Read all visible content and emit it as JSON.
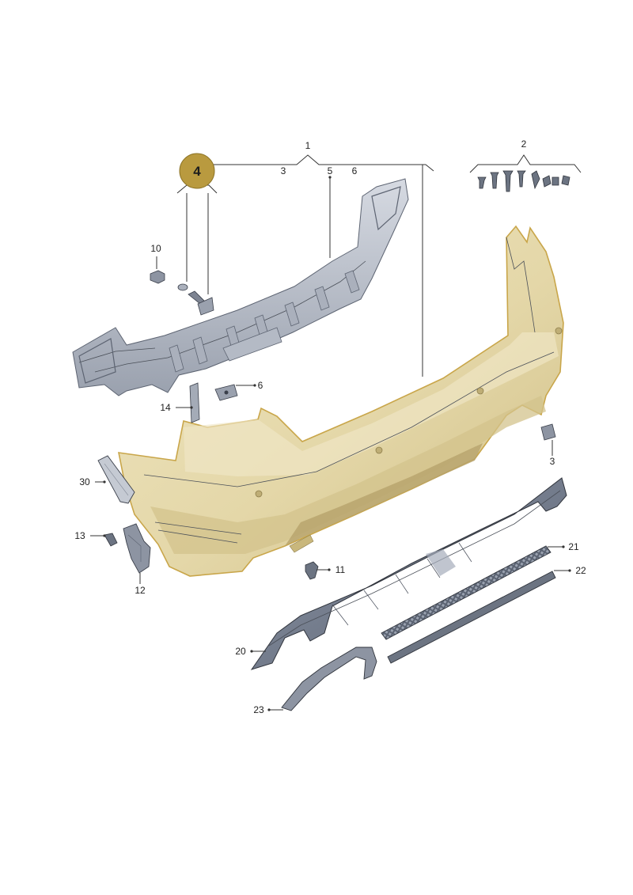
{
  "colors": {
    "bumper": "#e8ddb2",
    "bumper_shade": "#d6c792",
    "bumper_dark": "#c9b77c",
    "bumper_outline": "#c9a64a",
    "bracket": "#c4c9d3",
    "bracket_dark": "#8d94a2",
    "diffuser": "#6f7888",
    "badge": "#b99a3f",
    "badge_text": "#1d1d1d"
  },
  "badge": {
    "label": "4"
  },
  "callouts": [
    {
      "id": "c1",
      "label": "1"
    },
    {
      "id": "c2",
      "label": "2"
    },
    {
      "id": "c3a",
      "label": "3"
    },
    {
      "id": "c5",
      "label": "5"
    },
    {
      "id": "c6a",
      "label": "6"
    },
    {
      "id": "c10",
      "label": "10"
    },
    {
      "id": "c6b",
      "label": "6"
    },
    {
      "id": "c14",
      "label": "14"
    },
    {
      "id": "c3b",
      "label": "3"
    },
    {
      "id": "c30",
      "label": "30"
    },
    {
      "id": "c13",
      "label": "13"
    },
    {
      "id": "c12",
      "label": "12"
    },
    {
      "id": "c11",
      "label": "11"
    },
    {
      "id": "c21",
      "label": "21"
    },
    {
      "id": "c22",
      "label": "22"
    },
    {
      "id": "c20",
      "label": "20"
    },
    {
      "id": "c23",
      "label": "23"
    }
  ],
  "parts": [
    {
      "name": "rear-bumper-cover-part"
    },
    {
      "name": "bumper-carrier-bracket-part"
    },
    {
      "name": "rear-diffuser-part"
    },
    {
      "name": "diffuser-grille-insert-part"
    },
    {
      "name": "diffuser-trim-strip-part"
    },
    {
      "name": "exhaust-trim-part"
    },
    {
      "name": "side-guide-bracket-part"
    },
    {
      "name": "reflector-part"
    },
    {
      "name": "fastener-kit-part"
    }
  ]
}
